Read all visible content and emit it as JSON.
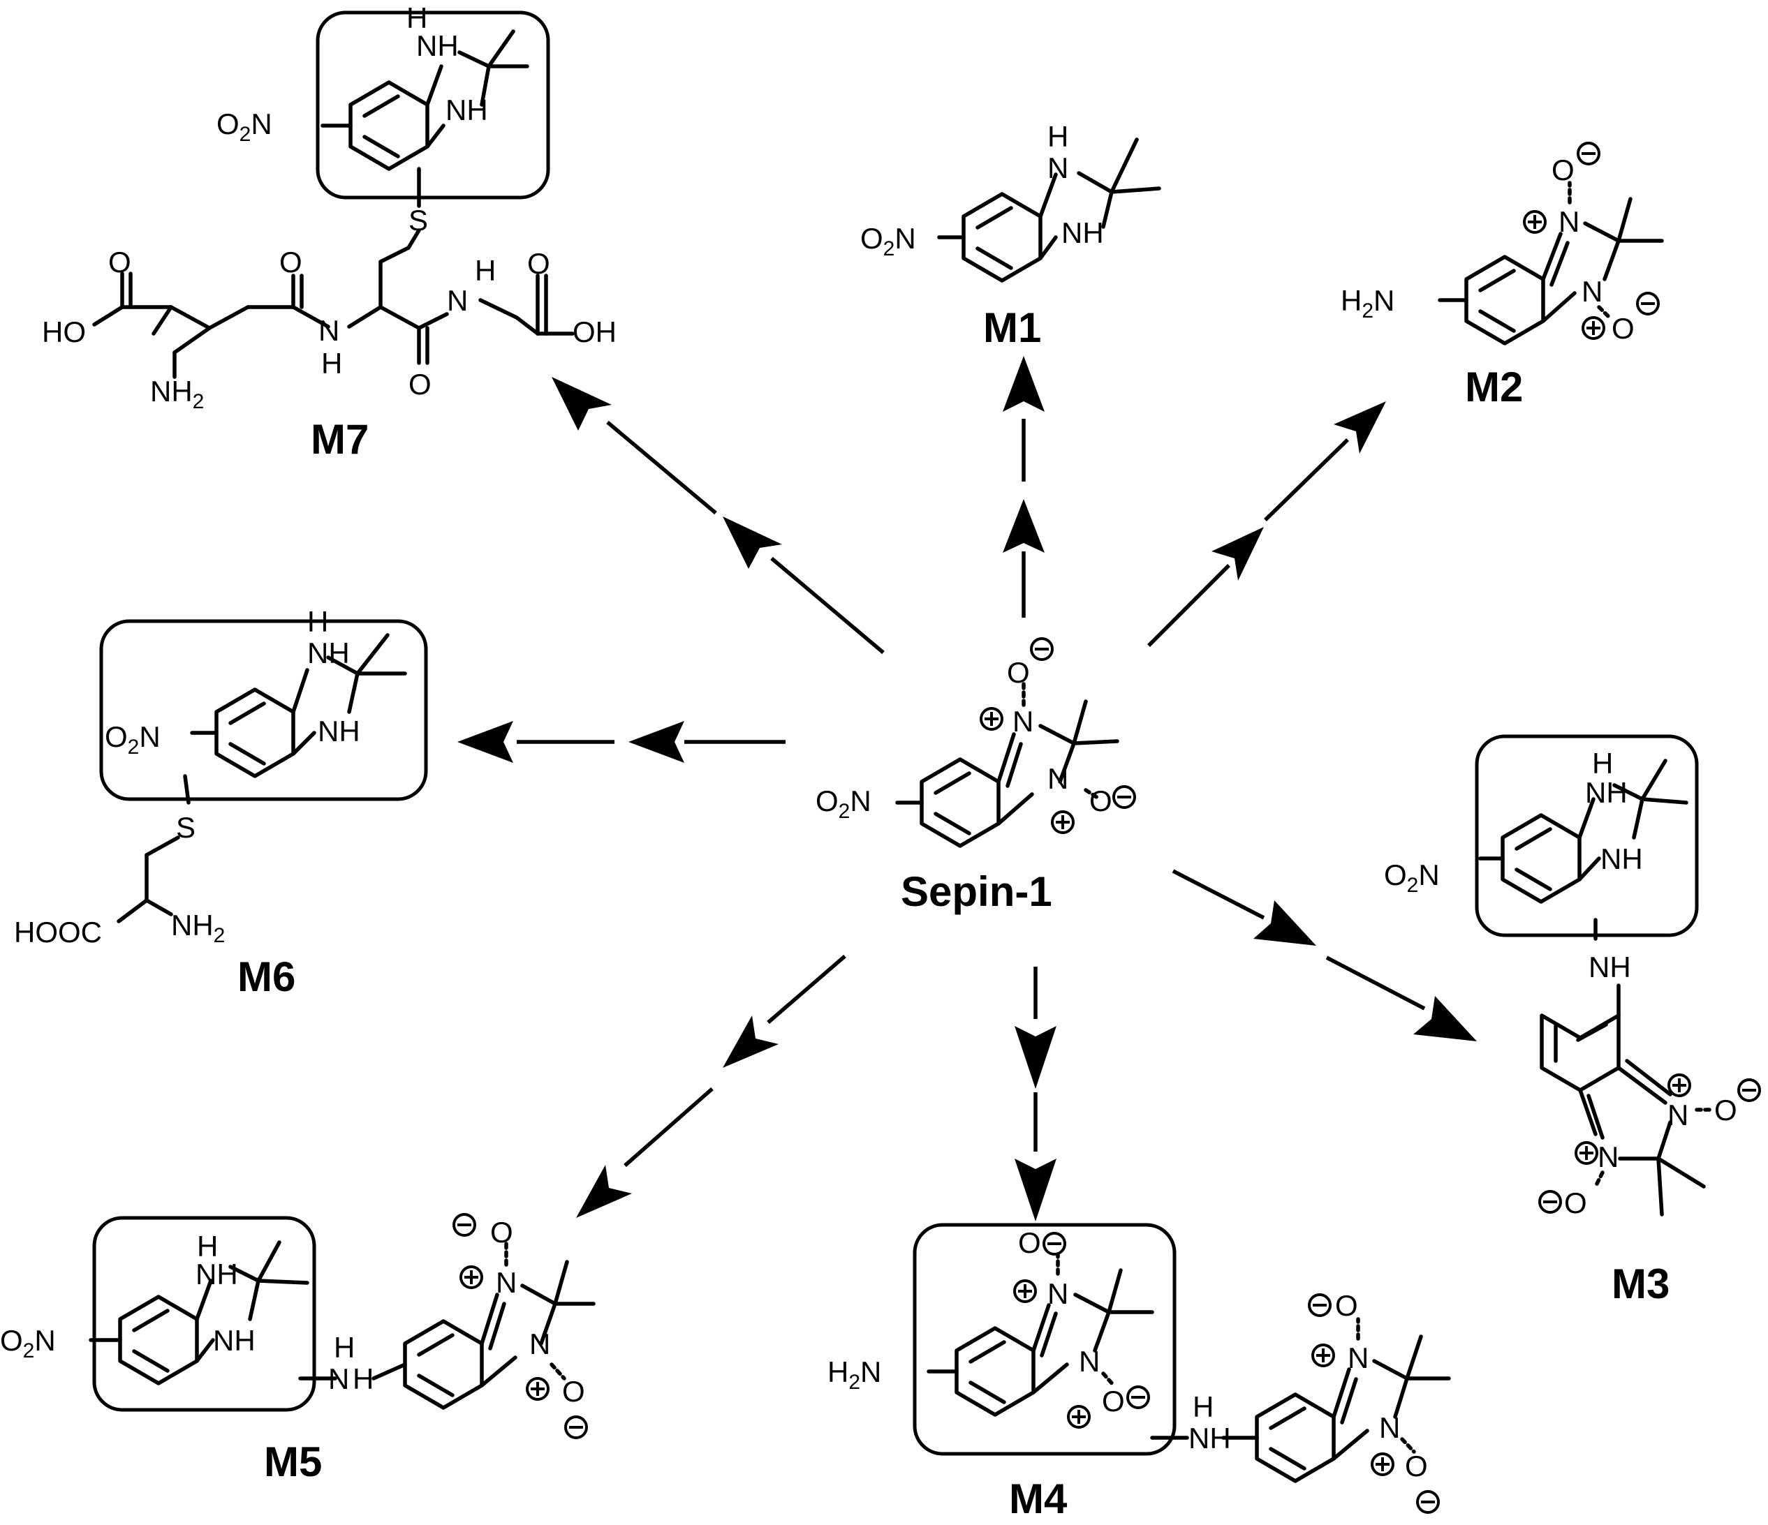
{
  "figure": {
    "center_compound": "Sepin-1",
    "metabolites": [
      "M1",
      "M2",
      "M3",
      "M4",
      "M5",
      "M6",
      "M7"
    ]
  },
  "atoms": {
    "nh": "NH",
    "h": "H",
    "n": "N",
    "o": "O",
    "s": "S",
    "ho": "HO",
    "oh": "OH",
    "o2n": "O",
    "o2n_sub": "2",
    "o2n_n": "N",
    "h2n": "H",
    "h2n_sub": "2",
    "h2n_n": "N",
    "nh2": "NH",
    "nh2_sub": "2",
    "hooc": "HOOC"
  },
  "charges": {
    "plus": "plus",
    "minus": "minus"
  }
}
